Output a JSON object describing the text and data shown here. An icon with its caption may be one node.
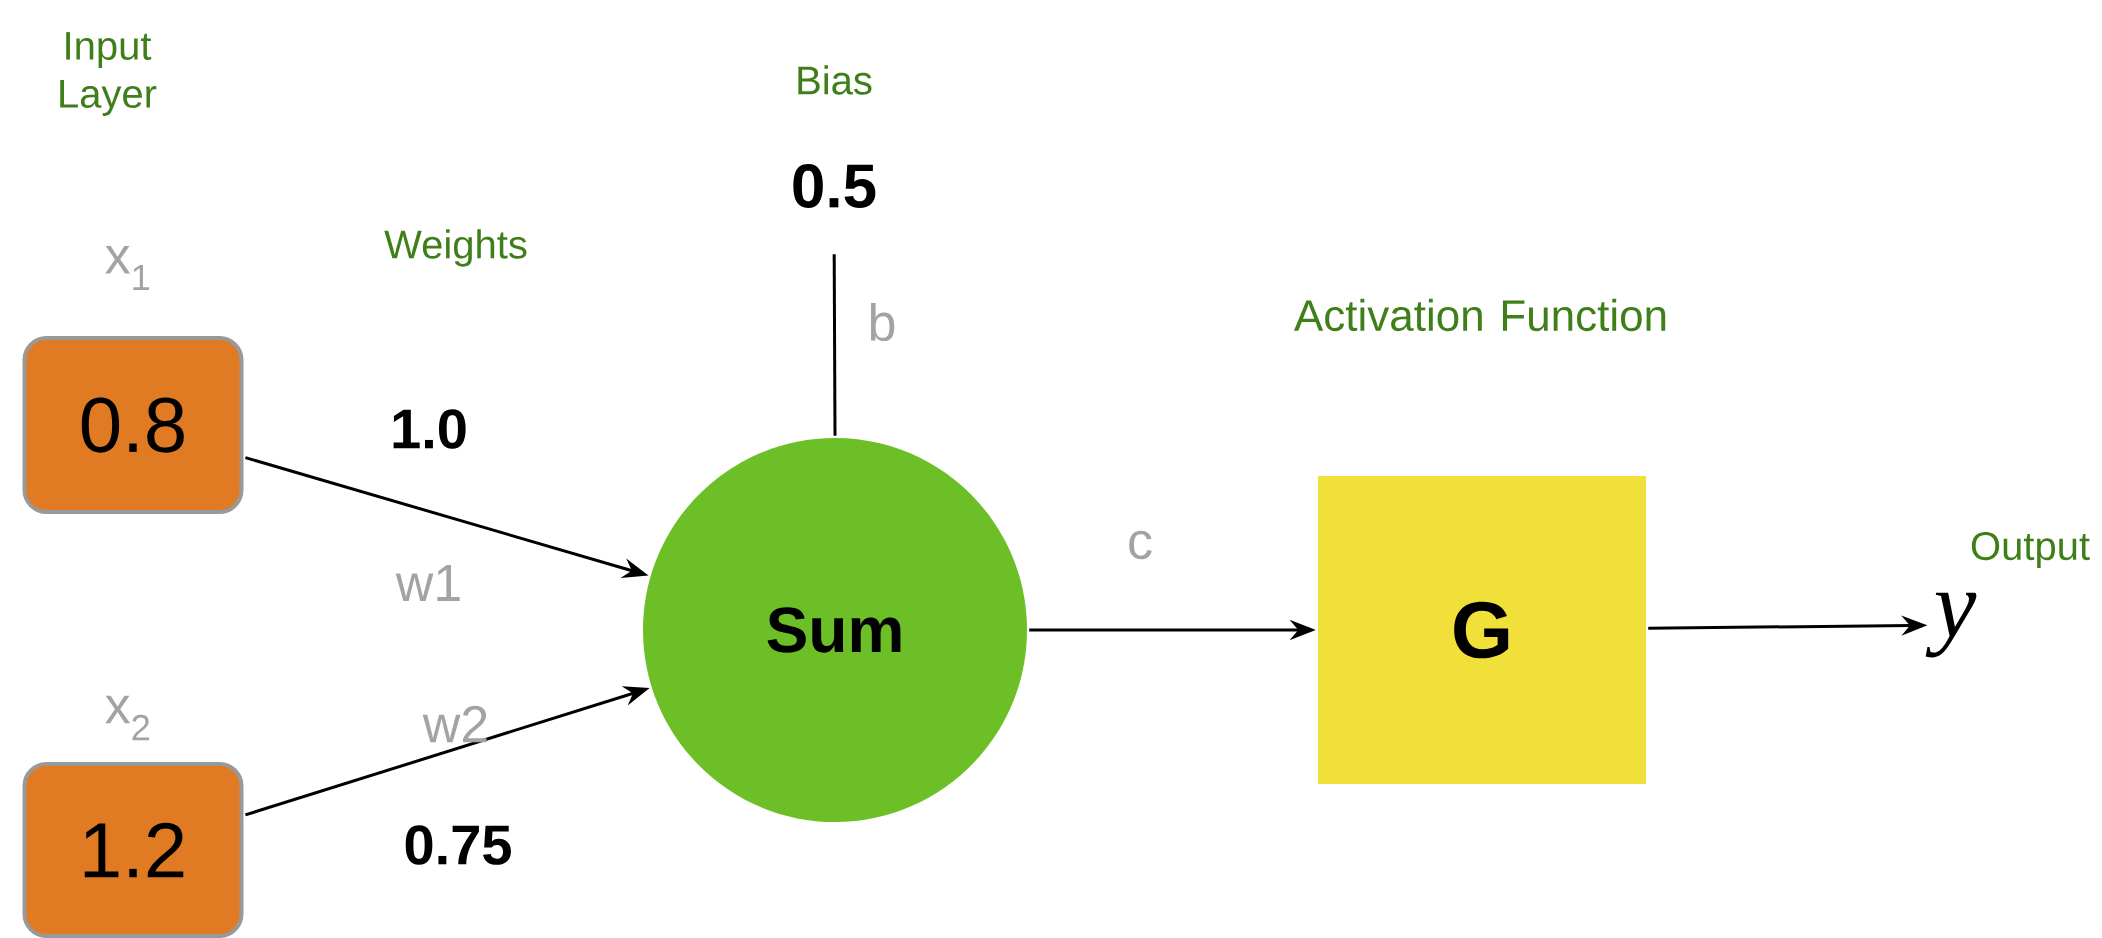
{
  "diagram": {
    "nodes": [
      {
        "text": [
          "0.8"
        ],
        "beside": [
          "x$_{1}$"
        ]
      },
      {
        "text": [
          "1.2"
        ],
        "beside": [
          "x$_{2}$"
        ]
      },
      {
        "text": [
          "0.5"
        ],
        "beside": [
          "Bias"
        ]
      },
      {
        "text": [
          "Sum"
        ]
      },
      {
        "text": [
          "G"
        ],
        "beside": [
          "Activation Function"
        ]
      },
      {
        "text": [
          "y"
        ],
        "beside": [
          "Output"
        ]
      }
    ],
    "edges": [
      {
        "from": 0,
        "to": 3,
        "arrow": "to",
        "label": "1.0"
      },
      {
        "from": 1,
        "to": 3,
        "arrow": "to",
        "label": "0.75"
      },
      {
        "from": 2,
        "to": 3,
        "arrow": "none",
        "label": "b"
      },
      {
        "from": 3,
        "to": 4,
        "arrow": "to",
        "label": "c"
      },
      {
        "from": 4,
        "to": 5,
        "arrow": "to"
      }
    ],
    "labels": [
      "Input Layer",
      "Weights",
      "w1",
      "w2"
    ]
  }
}
